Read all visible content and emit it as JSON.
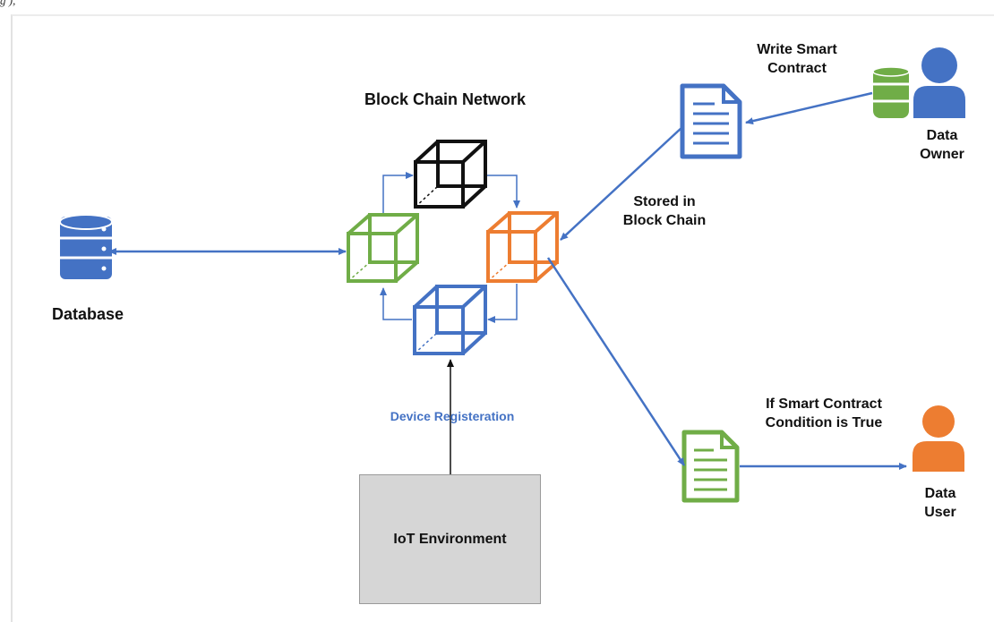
{
  "caption": "g                                                                                    ),",
  "labels": {
    "network_title": "Block Chain Network",
    "database": "Database",
    "write_contract": "Write Smart\nContract",
    "stored": "Stored in\nBlock Chain",
    "condition": "If Smart Contract\nCondition is True",
    "data_owner": "Data\nOwner",
    "data_user": "Data\nUser",
    "device_registration": "Device Registeration",
    "iot_environment": "IoT Environment"
  },
  "colors": {
    "arrow_blue": "#4472c4",
    "green": "#70ad47",
    "orange": "#ed7d31",
    "black": "#111111",
    "blue": "#4472c4",
    "iot_gray": "#d6d6d6"
  }
}
